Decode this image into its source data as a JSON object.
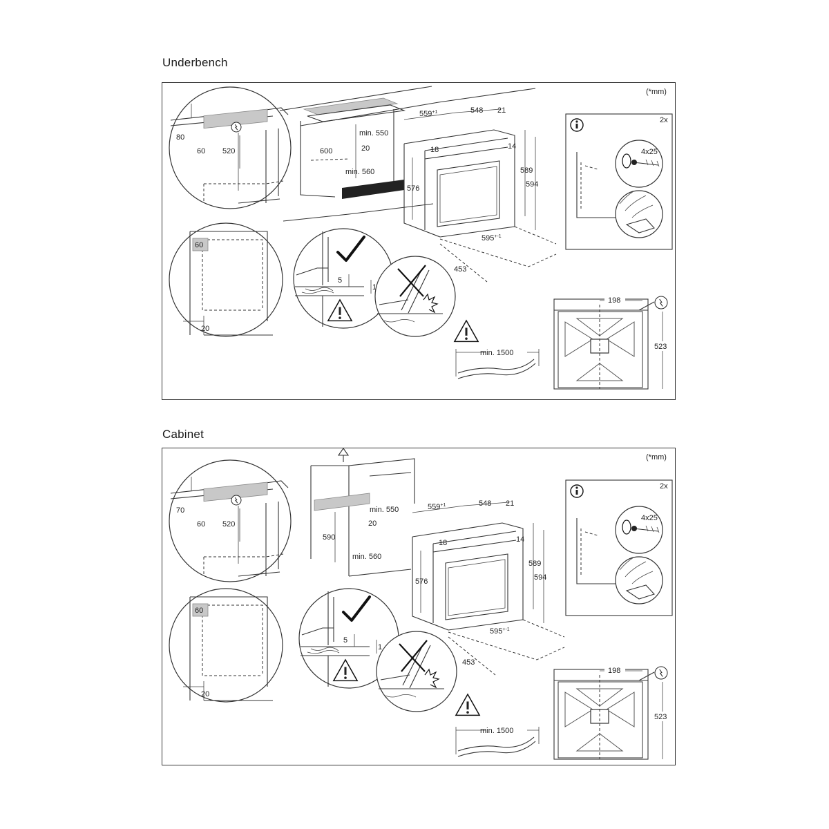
{
  "sections": [
    {
      "title": "Underbench",
      "unit_note": "(*mm)",
      "qty": "2x",
      "screw": "4x25",
      "d_80_70": "80",
      "d_60": "60",
      "d_520": "520",
      "d_60b": "60",
      "d_20b": "20",
      "d_600_590": "600",
      "d_min550": "min. 550",
      "d_20": "20",
      "d_min560": "min. 560",
      "d_559": "559",
      "d_559_sup": "+1",
      "d_548": "548",
      "d_21": "21",
      "d_18": "18",
      "d_14": "14",
      "d_589": "589",
      "d_594": "594",
      "d_576": "576",
      "d_595": "595",
      "d_595_sup": "+-1",
      "d_453": "453",
      "d_5": "5",
      "d_1": "1",
      "d_198": "198",
      "d_523": "523",
      "d_min1500": "min. 1500"
    },
    {
      "title": "Cabinet",
      "unit_note": "(*mm)",
      "qty": "2x",
      "screw": "4x25",
      "d_80_70": "70",
      "d_60": "60",
      "d_520": "520",
      "d_60b": "60",
      "d_20b": "20",
      "d_600_590": "590",
      "d_min550": "min. 550",
      "d_20": "20",
      "d_min560": "min. 560",
      "d_559": "559",
      "d_559_sup": "+1",
      "d_548": "548",
      "d_21": "21",
      "d_18": "18",
      "d_14": "14",
      "d_589": "589",
      "d_594": "594",
      "d_576": "576",
      "d_595": "595",
      "d_595_sup": "+-1",
      "d_453": "453",
      "d_5": "5",
      "d_1": "1",
      "d_198": "198",
      "d_523": "523",
      "d_min1500": "min. 1500"
    }
  ],
  "icons": [
    "info-icon",
    "warning-icon",
    "power-icon",
    "check-icon",
    "cross-icon"
  ]
}
